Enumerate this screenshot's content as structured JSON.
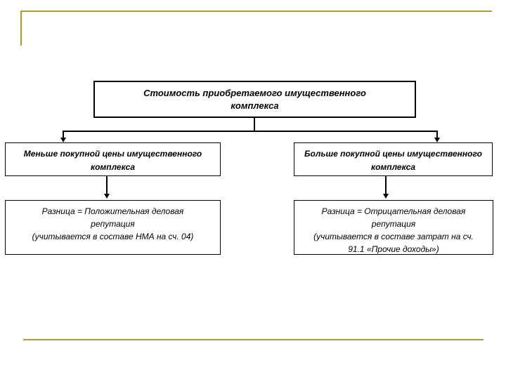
{
  "slide": {
    "background": "#ffffff",
    "accent_color": "#ac9a3c",
    "box_border_color": "#000000",
    "text_color": "#000000"
  },
  "diagram": {
    "type": "flowchart",
    "root": {
      "text": "Стоимость приобретаемого имущественного комплекса",
      "lines": [
        "Стоимость приобретаемого имущественного",
        "комплекса"
      ]
    },
    "left": {
      "condition_text": "Меньше покупной цены имущественного комплекса",
      "condition_lines": [
        "Меньше покупной цены имущественного",
        "комплекса"
      ],
      "result_text": "Разница = Положительная деловая репутация (учитывается в составе НМА на сч. 04)",
      "result_lines": [
        "Разница = Положительная деловая",
        "репутация",
        "(учитывается в составе НМА на сч. 04)"
      ]
    },
    "right": {
      "condition_text": "Больше покупной цены имущественного комплекса",
      "condition_lines": [
        "Больше покупной цены имущественного",
        "комплекса"
      ],
      "result_text": "Разница = Отрицательная деловая репутация (учитывается в составе затрат на сч. 91.1 «Прочие доходы»)",
      "result_lines": [
        "Разница = Отрицательная деловая",
        "репутация",
        "(учитывается в составе затрат на сч.",
        "91.1 «Прочие доходы»)"
      ]
    }
  }
}
